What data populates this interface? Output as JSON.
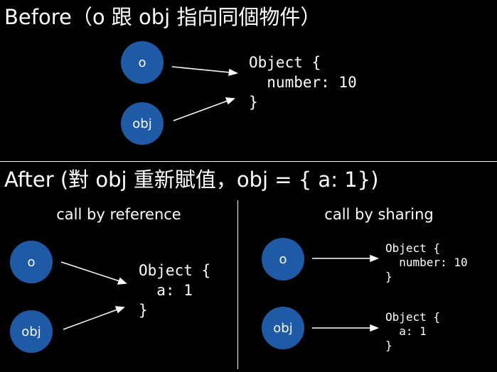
{
  "colors": {
    "background": "#000000",
    "foreground": "#ffffff",
    "node_fill": "#1f5aa6"
  },
  "before": {
    "title": "Before（o 跟 obj 指向同個物件）",
    "node_o": "o",
    "node_obj": "obj",
    "code": "Object {\n  number: 10\n}"
  },
  "after": {
    "title": "After (對 obj 重新賦值，obj = { a: 1})",
    "by_reference": {
      "label": "call by reference",
      "node_o": "o",
      "node_obj": "obj",
      "code": "Object {\n  a: 1\n}"
    },
    "by_sharing": {
      "label": "call by sharing",
      "node_o": "o",
      "node_obj": "obj",
      "code_top": "Object {\n  number: 10\n}",
      "code_bottom": "Object {\n  a: 1\n}"
    }
  }
}
